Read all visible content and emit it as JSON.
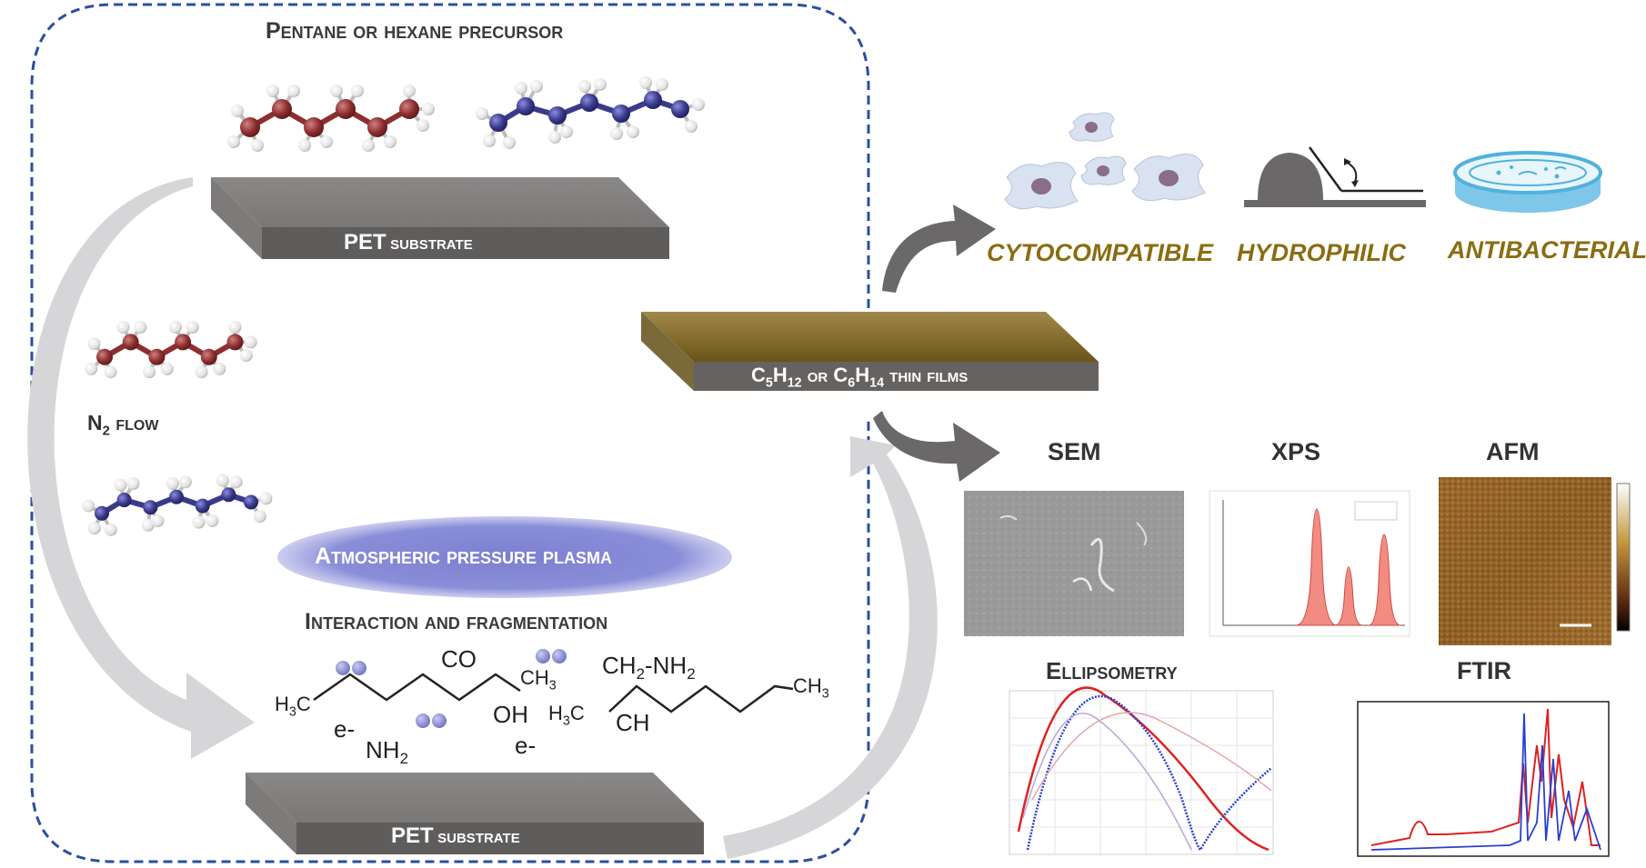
{
  "precursor_title": "Pentane or hexane precursor",
  "substrate_top": {
    "main": "PET",
    "suffix": "substrate"
  },
  "substrate_bottom": {
    "main": "PET",
    "suffix": "substrate"
  },
  "n2_flow": {
    "n": "N",
    "sub": "2",
    "rest": "flow"
  },
  "plasma_label": "Atmospheric pressure plasma",
  "fragmentation_title": "Interaction and fragmentation",
  "thin_film": {
    "c5": "C",
    "c5sub": "5",
    "h12": "H",
    "h12sub": "12",
    "or": "or",
    "c6": "C",
    "c6sub": "6",
    "h14": "H",
    "h14sub": "14",
    "tail": "thin films"
  },
  "fragments": {
    "co": "CO",
    "h3c_left": "H",
    "h3c_left_sub": "3",
    "h3c_left_c": "C",
    "ch3_left": "CH",
    "ch3_left_sub": "3",
    "oh": "OH",
    "e1": "e-",
    "nh2": "NH",
    "nh2_sub": "2",
    "e2": "e-",
    "ch2nh2": "CH",
    "ch2nh2_sub": "2",
    "ch2nh2_rest": "-NH",
    "ch2nh2_sub2": "2",
    "h3c_right": "H",
    "h3c_right_sub": "3",
    "h3c_right_c": "C",
    "ch": "CH",
    "ch3_right": "CH",
    "ch3_right_sub": "3"
  },
  "properties": [
    "CYTOCOMPATIBLE",
    "HYDROPHILIC",
    "ANTIBACTERIAL"
  ],
  "characterization": [
    "SEM",
    "XPS",
    "AFM",
    "Ellipsometry",
    "FTIR"
  ],
  "colors": {
    "dashed_border": "#2b4fa0",
    "slab_gray": "#6e6c6b",
    "film_gold": "#7a6220",
    "property_text": "#8a6d12",
    "atom_carbon_red": "#8e2e2e",
    "atom_carbon_blue": "#3a3a8c",
    "atom_hydrogen": "#e6e6e6",
    "plasma": "#7b7fd0",
    "arrow_gray": "#d4d4d6"
  }
}
